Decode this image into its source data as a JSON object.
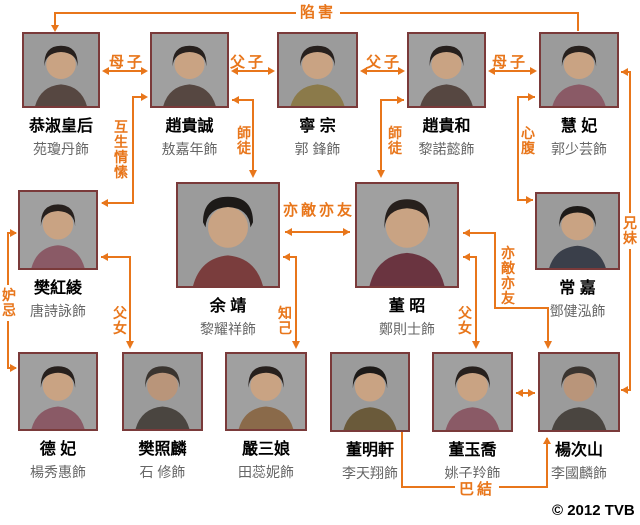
{
  "copyright": "© 2012 TVB",
  "colors": {
    "accent": "#e8761b",
    "photo_border": "#7a3a3a",
    "name_text": "#000000",
    "actor_text": "#666666"
  },
  "people": [
    {
      "id": "gongshu-empress",
      "name": "恭淑皇后",
      "actor": "苑瓊丹飾"
    },
    {
      "id": "zhao-guicheng",
      "name": "趙貴誠",
      "actor": "敖嘉年飾"
    },
    {
      "id": "ningzong",
      "name": "寧 宗",
      "actor": "郭 鋒飾"
    },
    {
      "id": "zhao-guihe",
      "name": "趙貴和",
      "actor": "黎諾懿飾"
    },
    {
      "id": "hui-fei",
      "name": "慧 妃",
      "actor": "郭少芸飾"
    },
    {
      "id": "fan-hongling",
      "name": "樊紅綾",
      "actor": "唐詩詠飾"
    },
    {
      "id": "yu-jing",
      "name": "余 靖",
      "actor": "黎耀祥飾"
    },
    {
      "id": "dong-zhao",
      "name": "董 昭",
      "actor": "鄭則士飾"
    },
    {
      "id": "chang-jia",
      "name": "常 嘉",
      "actor": "鄧健泓飾"
    },
    {
      "id": "de-fei",
      "name": "德 妃",
      "actor": "楊秀惠飾"
    },
    {
      "id": "fan-zhaolin",
      "name": "樊照麟",
      "actor": "石 修飾"
    },
    {
      "id": "yan-sanniang",
      "name": "嚴三娘",
      "actor": "田蕊妮飾"
    },
    {
      "id": "dong-mingxuan",
      "name": "董明軒",
      "actor": "李天翔飾"
    },
    {
      "id": "dong-yuqiao",
      "name": "董玉喬",
      "actor": "姚子羚飾"
    },
    {
      "id": "yang-cishan",
      "name": "楊次山",
      "actor": "李國麟飾"
    }
  ],
  "relations": [
    {
      "label": "陷害",
      "between": [
        "hui-fei",
        "gongshu-empress"
      ]
    },
    {
      "label": "母子",
      "between": [
        "gongshu-empress",
        "zhao-guicheng"
      ]
    },
    {
      "label": "父子",
      "between": [
        "zhao-guicheng",
        "ningzong"
      ]
    },
    {
      "label": "父子",
      "between": [
        "ningzong",
        "zhao-guihe"
      ]
    },
    {
      "label": "母子",
      "between": [
        "zhao-guihe",
        "hui-fei"
      ]
    },
    {
      "label": "互生情愫",
      "between": [
        "zhao-guicheng",
        "fan-hongling"
      ]
    },
    {
      "label": "師徒",
      "between": [
        "zhao-guicheng",
        "yu-jing"
      ]
    },
    {
      "label": "師徒",
      "between": [
        "zhao-guihe",
        "dong-zhao"
      ]
    },
    {
      "label": "心腹",
      "between": [
        "hui-fei",
        "chang-jia"
      ]
    },
    {
      "label": "兄妹",
      "between": [
        "hui-fei",
        "yang-cishan"
      ]
    },
    {
      "label": "亦敵亦友",
      "between": [
        "yu-jing",
        "dong-zhao"
      ]
    },
    {
      "label": "亦敵亦友",
      "between": [
        "dong-zhao",
        "yang-cishan"
      ]
    },
    {
      "label": "知己",
      "between": [
        "yu-jing",
        "yan-sanniang"
      ]
    },
    {
      "label": "父女",
      "between": [
        "fan-hongling",
        "fan-zhaolin"
      ]
    },
    {
      "label": "父女",
      "between": [
        "dong-zhao",
        "dong-yuqiao"
      ]
    },
    {
      "label": "妒忌",
      "between": [
        "fan-hongling",
        "de-fei"
      ]
    },
    {
      "label": "巴結",
      "between": [
        "dong-mingxuan",
        "yang-cishan"
      ]
    }
  ]
}
